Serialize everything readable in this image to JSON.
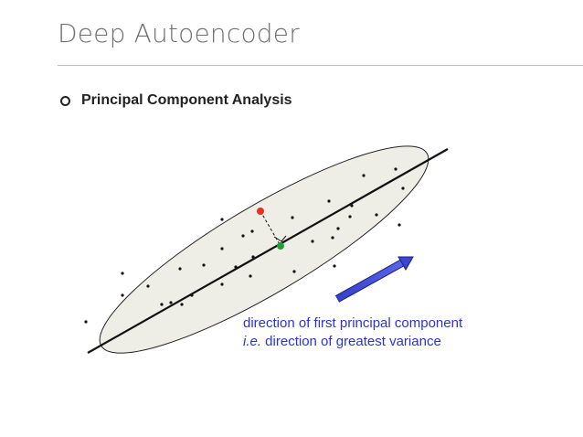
{
  "slide": {
    "title": "Deep Autoencoder"
  },
  "bullet": {
    "text": "Principal Component Analysis"
  },
  "caption": {
    "line1": "direction of first principal component",
    "line2_emphasis": "i.e.",
    "line2_rest": " direction of greatest variance"
  },
  "colors": {
    "ellipse_fill": "#efeee6",
    "outlier_point": "#e8321e",
    "projected_point": "#1fa036",
    "arrow": "#3b47d4",
    "caption_text": "#2b33d6"
  }
}
